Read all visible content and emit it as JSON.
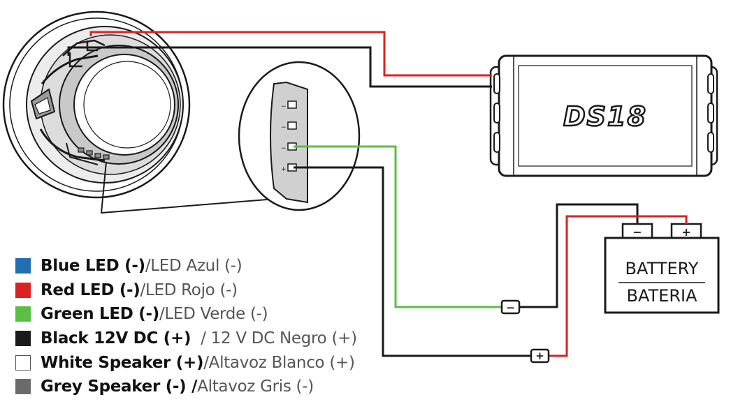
{
  "brand": "DS18",
  "battery": {
    "label": "BATTERY",
    "label_es": "BATERIA",
    "neg_terminal": "−",
    "pos_terminal": "+"
  },
  "connector_symbols": {
    "negative": "−",
    "positive": "+"
  },
  "wire_colors": {
    "red": "#d92323",
    "black": "#1a1a1a",
    "green": "#5bbf42"
  },
  "legend": [
    {
      "bold": "Blue LED (-)",
      "sep": " / ",
      "light": "LED Azul (-)",
      "color": "#1f6fb2",
      "outline": false
    },
    {
      "bold": "Red LED (-)",
      "sep": " / ",
      "light": "LED Rojo (-)",
      "color": "#d92323",
      "outline": false
    },
    {
      "bold": "Green LED (-)",
      "sep": " / ",
      "light": "LED Verde (-)",
      "color": "#5bbf42",
      "outline": false
    },
    {
      "bold": "Black 12V DC (+)",
      "sep": "  / ",
      "light": "12 V DC Negro (+)",
      "color": "#1a1a1a",
      "outline": false
    },
    {
      "bold": "White Speaker (+)",
      "sep": " / ",
      "light": "Altavoz Blanco (+)",
      "color": "#ffffff",
      "outline": true
    },
    {
      "bold": "Grey Speaker (-) /",
      "sep": " ",
      "light": "Altavoz Gris (-)",
      "color": "#6b6b6b",
      "outline": false
    }
  ]
}
